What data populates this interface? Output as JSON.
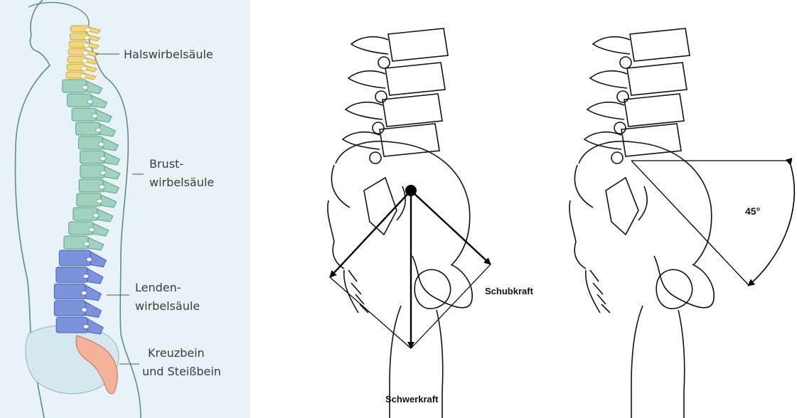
{
  "spine_regions": {
    "cervical": "Halswirbelsäule",
    "thoracic_line1": "Brust-",
    "thoracic_line2": "wirbelsäule",
    "lumbar_line1": "Lenden-",
    "lumbar_line2": "wirbelsäule",
    "sacral_line1": "Kreuzbein",
    "sacral_line2": "und Steißbein"
  },
  "force_diagram": {
    "shear_force": "Schubkraft",
    "gravity": "Schwerkraft",
    "angle": "45°"
  },
  "colors": {
    "cervical": "#f4d77a",
    "thoracic": "#9fd3c0",
    "lumbar": "#7a93dc",
    "sacral": "#f2b39a",
    "panel_background": "#e8f2f9"
  }
}
